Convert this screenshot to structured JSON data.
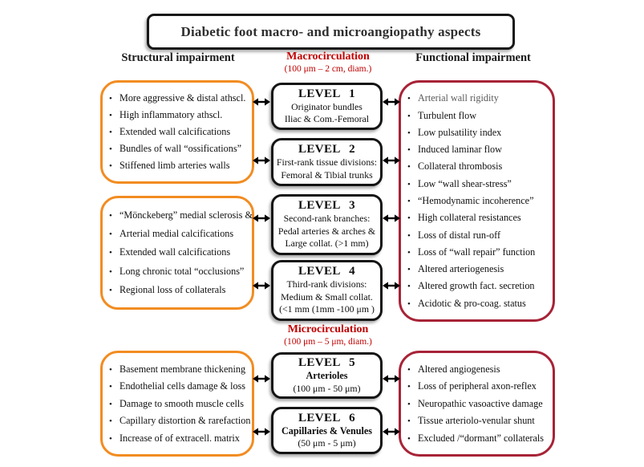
{
  "title": "Diabetic foot macro- and microangiopathy aspects",
  "headers": {
    "left": "Structural impairment",
    "right": "Functional impairment",
    "macro_title": "Macrocirculation",
    "macro_range": "(100 μm – 2 cm, diam.)",
    "micro_title": "Microcirculation",
    "micro_range": "(100 μm – 5 μm, diam.)"
  },
  "structural": {
    "box1": {
      "items": [
        "More aggressive & distal athscl.",
        "High inflammatory athscl.",
        "Extended wall calcifications",
        "Bundles of wall “ossifications”",
        "Stiffened limb arteries walls"
      ]
    },
    "box2": {
      "items": [
        "“Mönckeberg” medial sclerosis &",
        "Arterial medial calcifications",
        "Extended wall calcifications",
        "Long chronic total “occlusions”",
        "Regional loss of collaterals"
      ]
    },
    "box3": {
      "items": [
        "Basement membrane thickening",
        "Endothelial cells damage & loss",
        "Damage to smooth muscle cells",
        "Capillary distortion & rarefaction",
        "Increase of of extracell. matrix"
      ]
    }
  },
  "levels": [
    {
      "heading": "LEVEL 1",
      "line1": "Originator bundles",
      "line2": "Iliac & Com.-Femoral"
    },
    {
      "heading": "LEVEL 2",
      "line1": "First-rank tissue divisions:",
      "line2": "Femoral & Tibial trunks"
    },
    {
      "heading": "LEVEL 3",
      "line1": "Second-rank branches:",
      "line2": "Pedal arteries & arches &",
      "line3": "Large collat. (>1 mm)"
    },
    {
      "heading": "LEVEL 4",
      "line1": "Third-rank divisions:",
      "line2": "Medium & Small collat.",
      "line3": "(<1 mm (1mm -100 μm )"
    },
    {
      "heading": "LEVEL 5",
      "line1": "Arterioles",
      "line2": "(100 μm - 50 μm)"
    },
    {
      "heading": "LEVEL 6",
      "line1": "Capillaries & Venules",
      "line2": "(50 μm - 5 μm)"
    }
  ],
  "functional": {
    "box1": {
      "items": [
        "Arterial wall rigidity",
        "Turbulent flow",
        "Low pulsatility index",
        "Induced laminar flow",
        "Collateral thrombosis",
        "Low “wall shear-stress”",
        "“Hemodynamic incoherence”",
        "High collateral resistances",
        "Loss of distal run-off",
        "Loss of “wall repair” function",
        "Altered arteriogenesis",
        "Altered growth fact. secretion",
        "Acidotic & pro-coag. status"
      ]
    },
    "box2": {
      "items": [
        "Altered angiogenesis",
        "Loss of peripheral axon-reflex",
        "Neuropathic vasoactive damage",
        "Tissue arteriolo-venular shunt",
        "Excluded /“dormant” collaterals"
      ]
    }
  },
  "colors": {
    "structural_border": "#F28C21",
    "functional_border": "#A72337",
    "circulation_text": "#C00000",
    "level_border": "#141414",
    "muted_item": "#5A5A5A"
  }
}
